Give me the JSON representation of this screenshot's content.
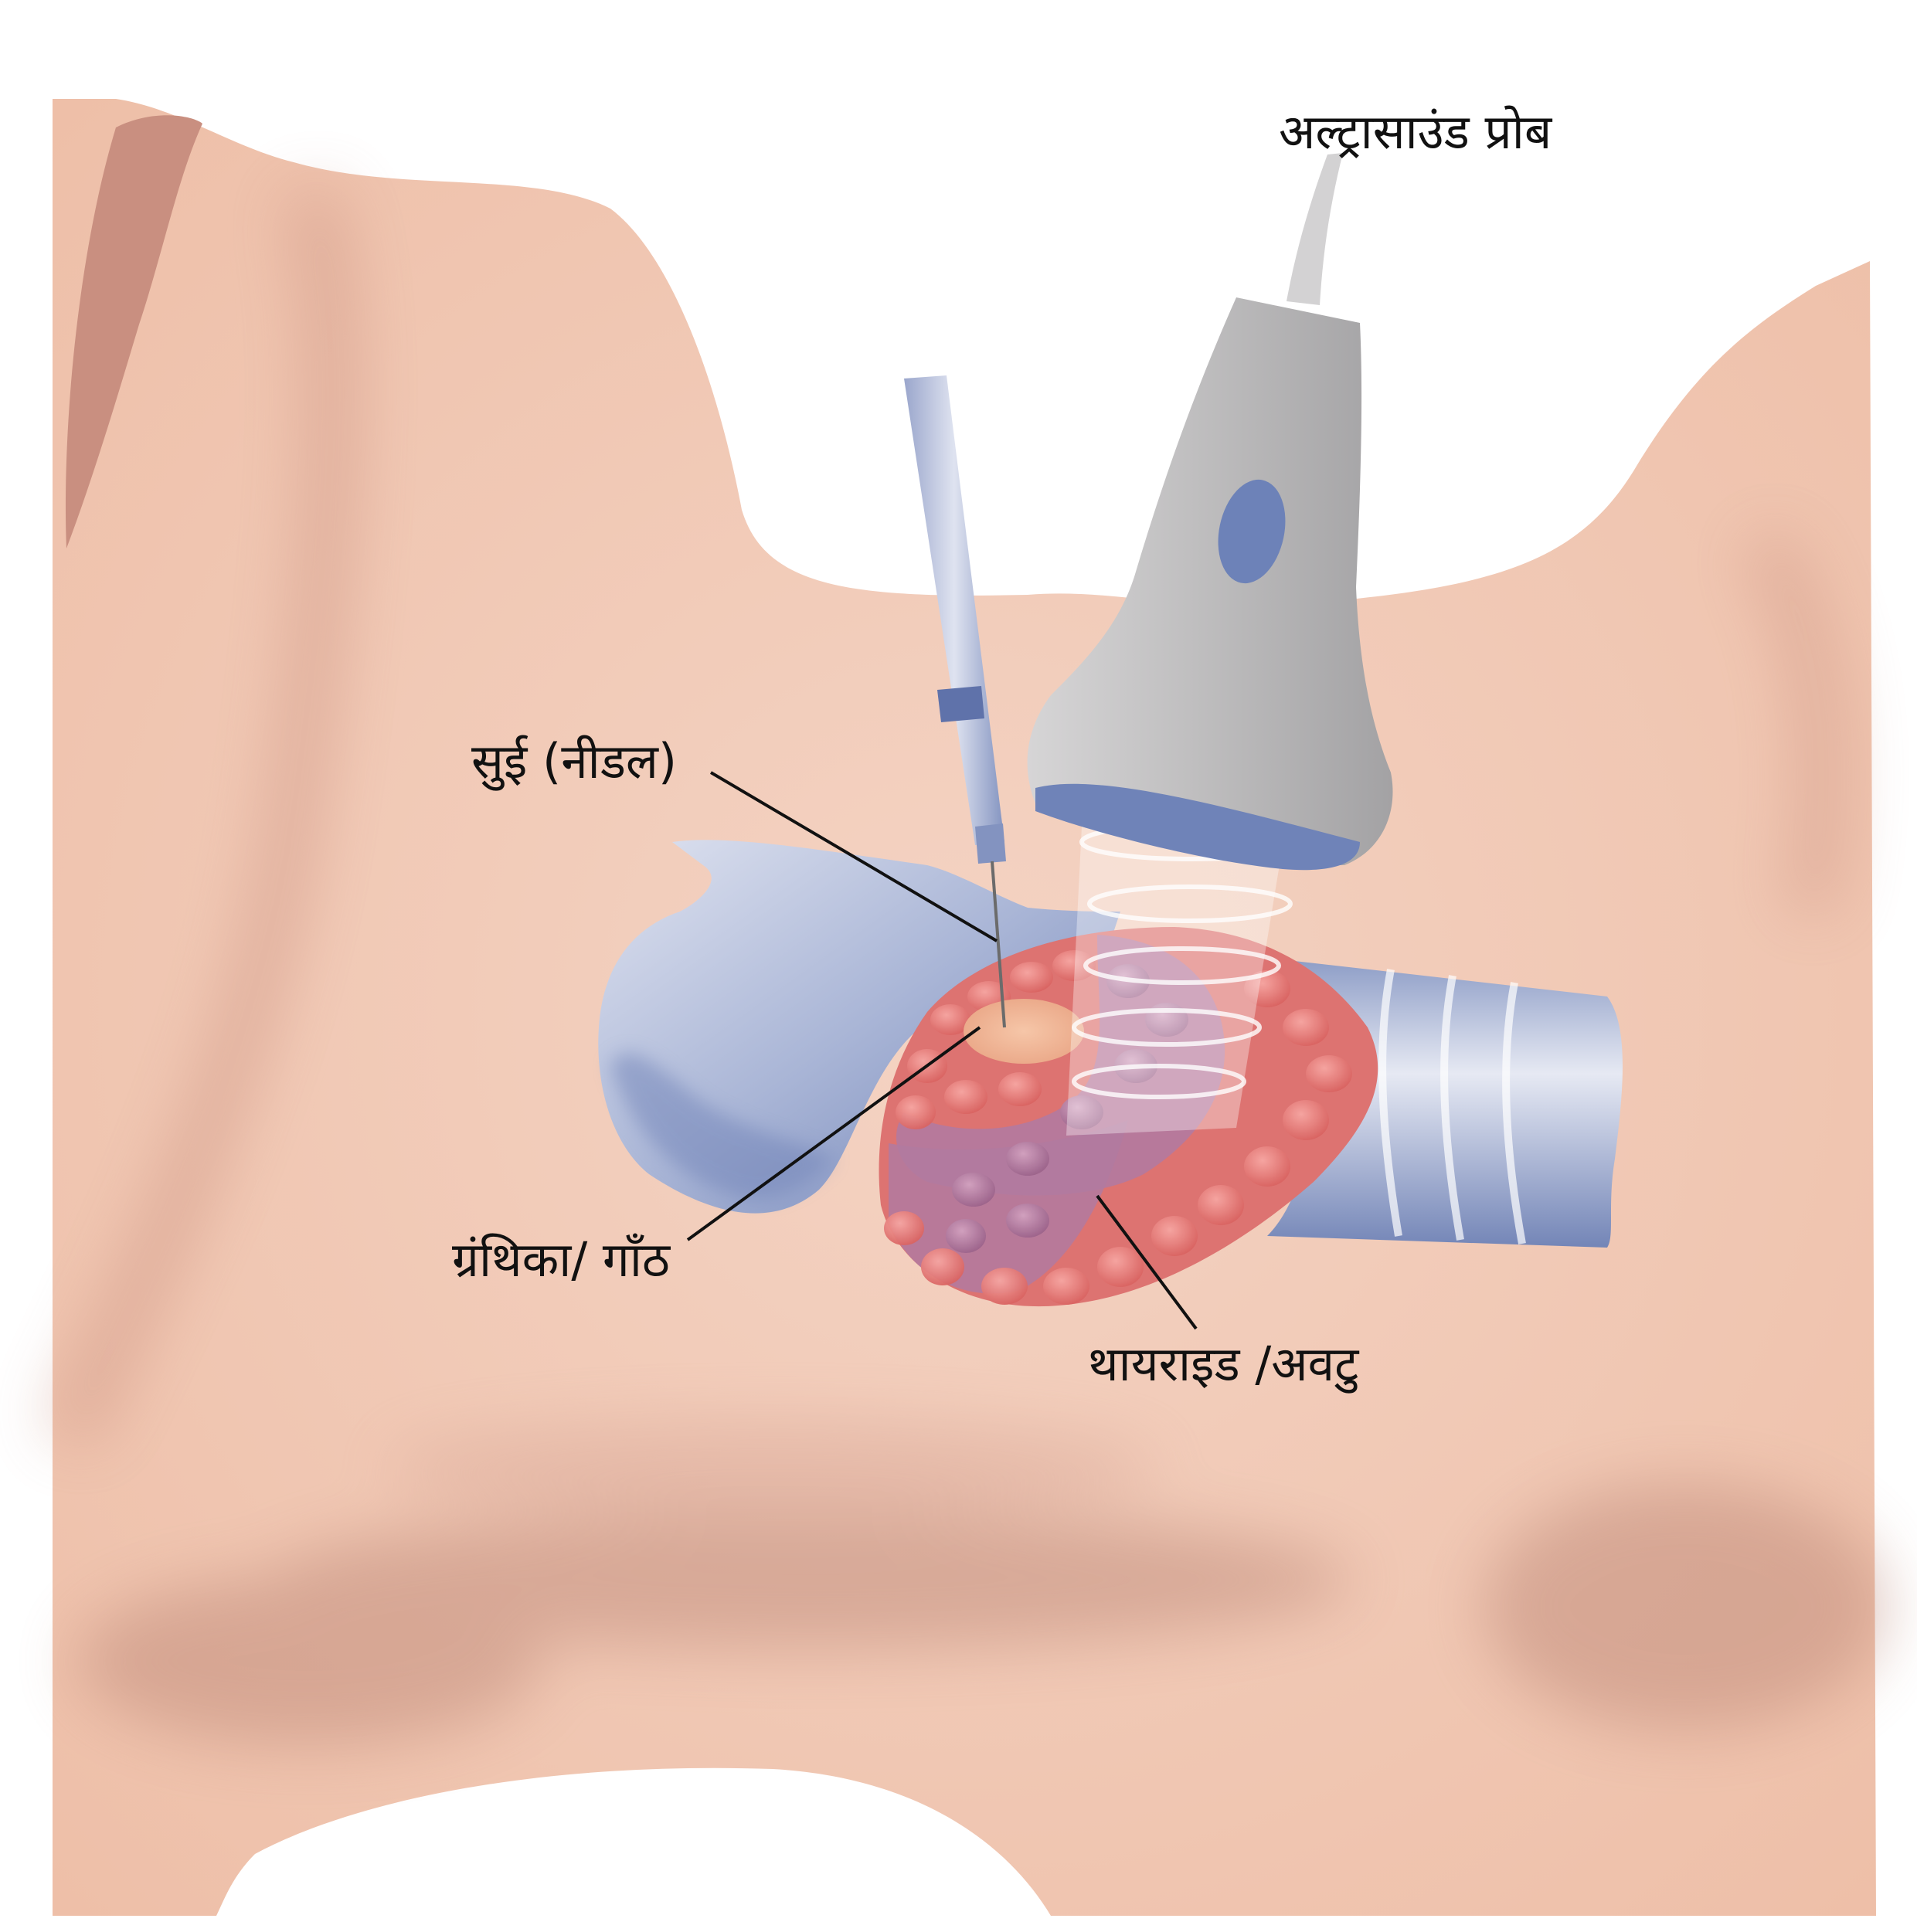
{
  "labels": {
    "ultrasound_probe": "अल्ट्रासाउंड प्रोब",
    "needle": "सुई (नीडल)",
    "nodule": "ग्रंथिका/ गाँठ",
    "thyroid": "थायराइड /अवटु"
  },
  "colors": {
    "skin": "#f2c9b5",
    "skin_shadow": "#c99383",
    "ear": "#c98a7a",
    "trachea_blue": "#7c8fbf",
    "thyroid_red": "#e57b78",
    "thyroid_purple": "#b27aa0",
    "nodule": "#f0b596",
    "probe_gray": "#bdbcbd",
    "probe_window": "#6d82b8",
    "leader_line": "#111111"
  }
}
